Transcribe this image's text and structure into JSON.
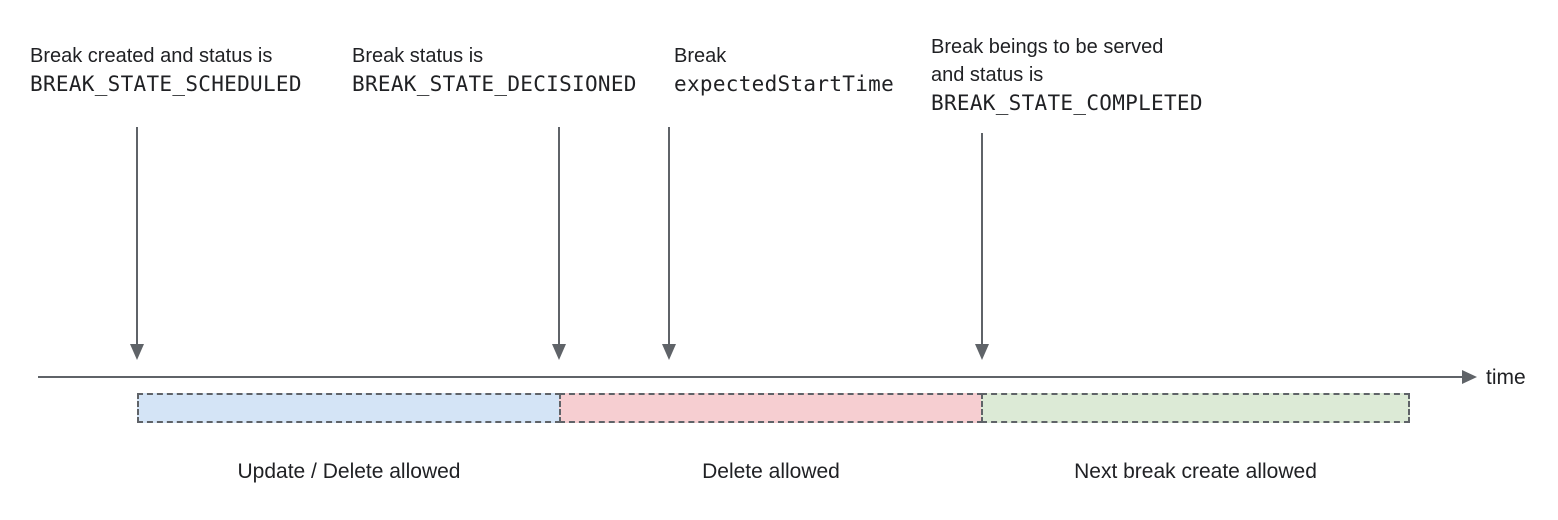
{
  "diagram": {
    "annotations": [
      {
        "name": "scheduled",
        "lines": [
          {
            "text": "Break created and status is"
          },
          {
            "text": "BREAK_STATE_SCHEDULED"
          }
        ]
      },
      {
        "name": "decisioned",
        "lines": [
          {
            "text": "Break status is"
          },
          {
            "text": "BREAK_STATE_DECISIONED"
          }
        ]
      },
      {
        "name": "expected-start-time",
        "lines": [
          {
            "text": "Break"
          },
          {
            "text": "expectedStartTime"
          }
        ]
      },
      {
        "name": "completed",
        "lines": [
          {
            "text": "Break beings to be served"
          },
          {
            "text": "and status is"
          },
          {
            "text": "BREAK_STATE_COMPLETED"
          }
        ]
      }
    ],
    "timeline": {
      "axis_label": "time"
    },
    "segments": [
      {
        "label": "Update / Delete allowed",
        "fill": "#d4e4f6"
      },
      {
        "label": "Delete allowed",
        "fill": "#f6ced1"
      },
      {
        "label": "Next break create allowed",
        "fill": "#dcead6"
      }
    ],
    "colors": {
      "arrow_and_axis": "#5f6368",
      "segment_border": "#5f6368",
      "text": "#202124"
    }
  }
}
